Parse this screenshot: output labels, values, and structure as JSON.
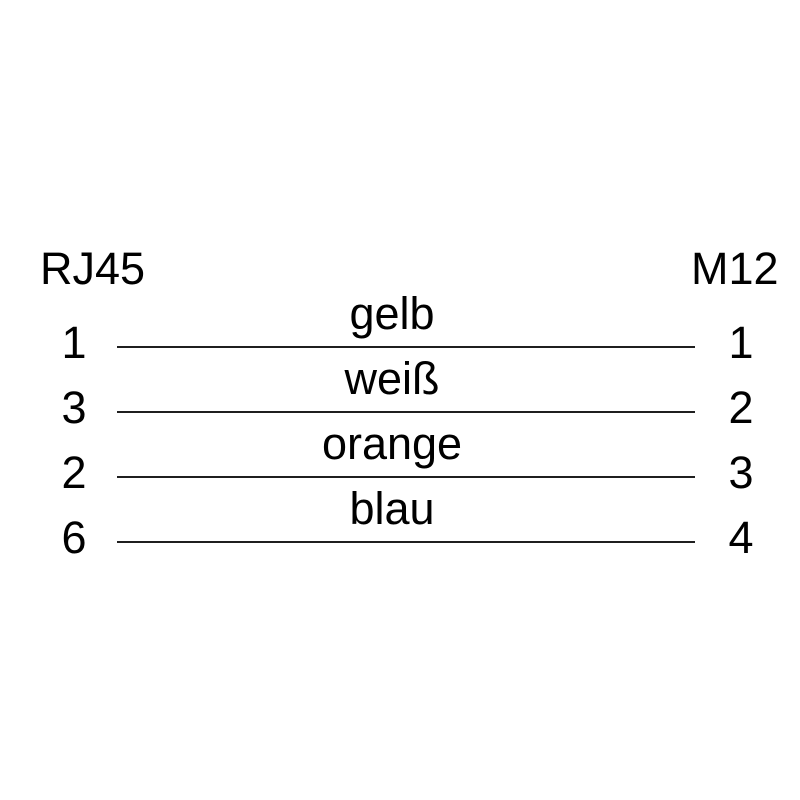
{
  "diagram": {
    "left_connector": "RJ45",
    "right_connector": "M12",
    "rows": [
      {
        "left_pin": "1",
        "wire_color": "gelb",
        "right_pin": "1"
      },
      {
        "left_pin": "3",
        "wire_color": "weiß",
        "right_pin": "2"
      },
      {
        "left_pin": "2",
        "wire_color": "orange",
        "right_pin": "3"
      },
      {
        "left_pin": "6",
        "wire_color": "blau",
        "right_pin": "4"
      }
    ],
    "colors": {
      "line": "#1f1f1f",
      "text": "#000000",
      "background": "#ffffff"
    }
  }
}
